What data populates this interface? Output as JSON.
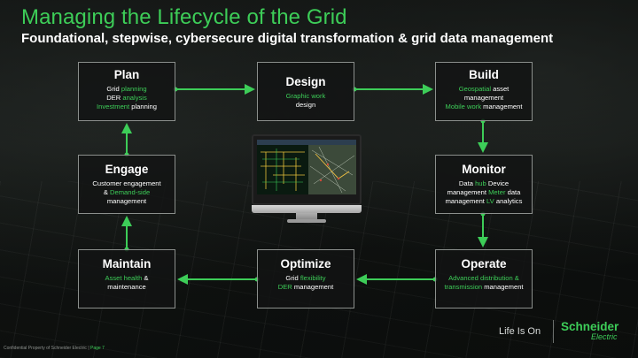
{
  "title": "Managing the Lifecycle of the Grid",
  "subtitle": "Foundational, stepwise, cybersecure digital transformation & grid data management",
  "colors": {
    "accent": "#3dcd58",
    "box_border": "#8b8f8c",
    "background": "#0b0d0c"
  },
  "boxes": {
    "plan": {
      "heading": "Plan",
      "lines": [
        [
          {
            "t": "Grid ",
            "g": false
          },
          {
            "t": "planning",
            "g": true
          }
        ],
        [
          {
            "t": "DER ",
            "g": false
          },
          {
            "t": "analysis",
            "g": true
          }
        ],
        [
          {
            "t": "Investment",
            "g": true
          },
          {
            "t": " planning",
            "g": false
          }
        ]
      ]
    },
    "design": {
      "heading": "Design",
      "lines": [
        [
          {
            "t": "Graphic work",
            "g": true
          }
        ],
        [
          {
            "t": "design",
            "g": false
          }
        ]
      ]
    },
    "build": {
      "heading": "Build",
      "lines": [
        [
          {
            "t": "Geospatial",
            "g": true
          },
          {
            "t": " asset",
            "g": false
          }
        ],
        [
          {
            "t": "management",
            "g": false
          }
        ],
        [
          {
            "t": "Mobile work",
            "g": true
          },
          {
            "t": " management",
            "g": false
          }
        ]
      ]
    },
    "monitor": {
      "heading": "Monitor",
      "lines": [
        [
          {
            "t": "Data ",
            "g": false
          },
          {
            "t": "hub",
            "g": true
          },
          {
            "t": " Device",
            "g": false
          }
        ],
        [
          {
            "t": "management ",
            "g": false
          },
          {
            "t": "Meter",
            "g": true
          },
          {
            "t": " data",
            "g": false
          }
        ],
        [
          {
            "t": "management ",
            "g": false
          },
          {
            "t": "LV",
            "g": true
          },
          {
            "t": " analytics",
            "g": false
          }
        ]
      ]
    },
    "operate": {
      "heading": "Operate",
      "lines": [
        [
          {
            "t": "Advanced distribution &",
            "g": true
          }
        ],
        [
          {
            "t": "transmission",
            "g": true
          },
          {
            "t": " management",
            "g": false
          }
        ]
      ]
    },
    "optimize": {
      "heading": "Optimize",
      "lines": [
        [
          {
            "t": "Grid ",
            "g": false
          },
          {
            "t": "flexibility",
            "g": true
          }
        ],
        [
          {
            "t": "DER",
            "g": true
          },
          {
            "t": " management",
            "g": false
          }
        ]
      ]
    },
    "maintain": {
      "heading": "Maintain",
      "lines": [
        [
          {
            "t": "Asset health",
            "g": true
          },
          {
            "t": " &",
            "g": false
          }
        ],
        [
          {
            "t": "maintenance",
            "g": false
          }
        ]
      ]
    },
    "engage": {
      "heading": "Engage",
      "lines": [
        [
          {
            "t": "Customer engagement",
            "g": false
          }
        ],
        [
          {
            "t": "& ",
            "g": false
          },
          {
            "t": "Demand-side",
            "g": true
          }
        ],
        [
          {
            "t": "management",
            "g": false
          }
        ]
      ]
    }
  },
  "footer": {
    "text": "Confidential Property of Schneider Electric | ",
    "page": "Page 7"
  },
  "logo": {
    "tagline": "Life Is On",
    "brand": "Schneider",
    "brand_sub": "Electric"
  }
}
